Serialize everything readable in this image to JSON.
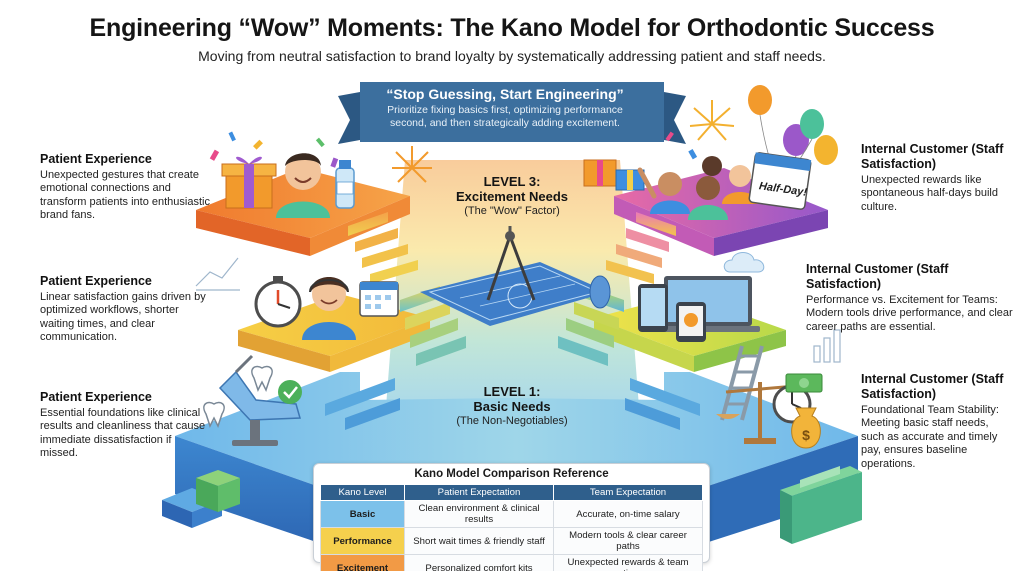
{
  "title": "Engineering “Wow” Moments: The Kano Model for Orthodontic Success",
  "subtitle": "Moving from neutral satisfaction to brand loyalty by systematically addressing patient and staff needs.",
  "banner": {
    "title": "“Stop Guessing, Start Engineering”",
    "body": "Prioritize fixing basics first, optimizing performance second, and then strategically adding excitement."
  },
  "levels": {
    "excitement": {
      "title": "LEVEL 3:",
      "name": "Excitement Needs",
      "sub": "(The \"Wow\" Factor)"
    },
    "basic": {
      "title": "LEVEL 1:",
      "name": "Basic Needs",
      "sub": "(The Non-Negotiables)"
    }
  },
  "left": [
    {
      "heading": "Patient Experience",
      "body": "Unexpected gestures that create emotional connections and transform patients into enthusiastic brand fans."
    },
    {
      "heading": "Patient Experience",
      "body": "Linear satisfaction gains driven by optimized workflows, shorter waiting times, and clear communication."
    },
    {
      "heading": "Patient Experience",
      "body": "Essential foundations like clinical results and cleanliness that cause immediate dissatisfaction if missed."
    }
  ],
  "right": [
    {
      "heading": "Internal Customer (Staff Satisfaction)",
      "body": "Unexpected rewards like spontaneous half-days build culture."
    },
    {
      "heading": "Internal Customer (Staff Satisfaction)",
      "body": "Performance vs. Excitement for Teams: Modern tools drive performance, and clear career paths are essential."
    },
    {
      "heading": "Internal Customer (Staff Satisfaction)",
      "body": "Foundational Team Stability: Meeting basic staff needs, such as accurate and timely pay, ensures baseline operations."
    }
  ],
  "calendar_text": "Half-Day!",
  "reference": {
    "title": "Kano Model Comparison Reference",
    "headers": [
      "Kano Level",
      "Patient Expectation",
      "Team Expectation"
    ],
    "rows": [
      {
        "level": "Basic",
        "patient": "Clean environment & clinical results",
        "team": "Accurate, on-time salary"
      },
      {
        "level": "Performance",
        "patient": "Short wait times & friendly staff",
        "team": "Modern tools & clear career paths"
      },
      {
        "level": "Excitement",
        "patient": "Personalized comfort kits",
        "team": "Unexpected rewards & team outings"
      }
    ]
  },
  "colors": {
    "basic": "#3f86cf",
    "performance": "#f3c43f",
    "excitement": "#f08a37",
    "excitement_right": "#9b58c9",
    "banner": "#3c6f9e"
  }
}
